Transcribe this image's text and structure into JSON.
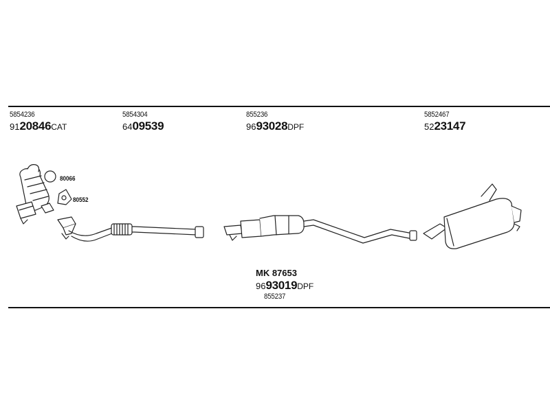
{
  "parts_top": [
    {
      "oe": "5854236",
      "prefix": "91",
      "main": "20846",
      "suffix": "CAT"
    },
    {
      "oe": "5854304",
      "prefix": "64",
      "main": "09539",
      "suffix": ""
    },
    {
      "oe": "855236",
      "prefix": "96",
      "main": "93028",
      "suffix": "DPF"
    },
    {
      "oe": "5852467",
      "prefix": "52",
      "main": "23147",
      "suffix": ""
    }
  ],
  "small_codes": [
    "80066",
    "80552"
  ],
  "center_part": {
    "kit": "MK 87653",
    "prefix": "96",
    "main": "93019",
    "suffix": "DPF",
    "oe": "855237"
  }
}
